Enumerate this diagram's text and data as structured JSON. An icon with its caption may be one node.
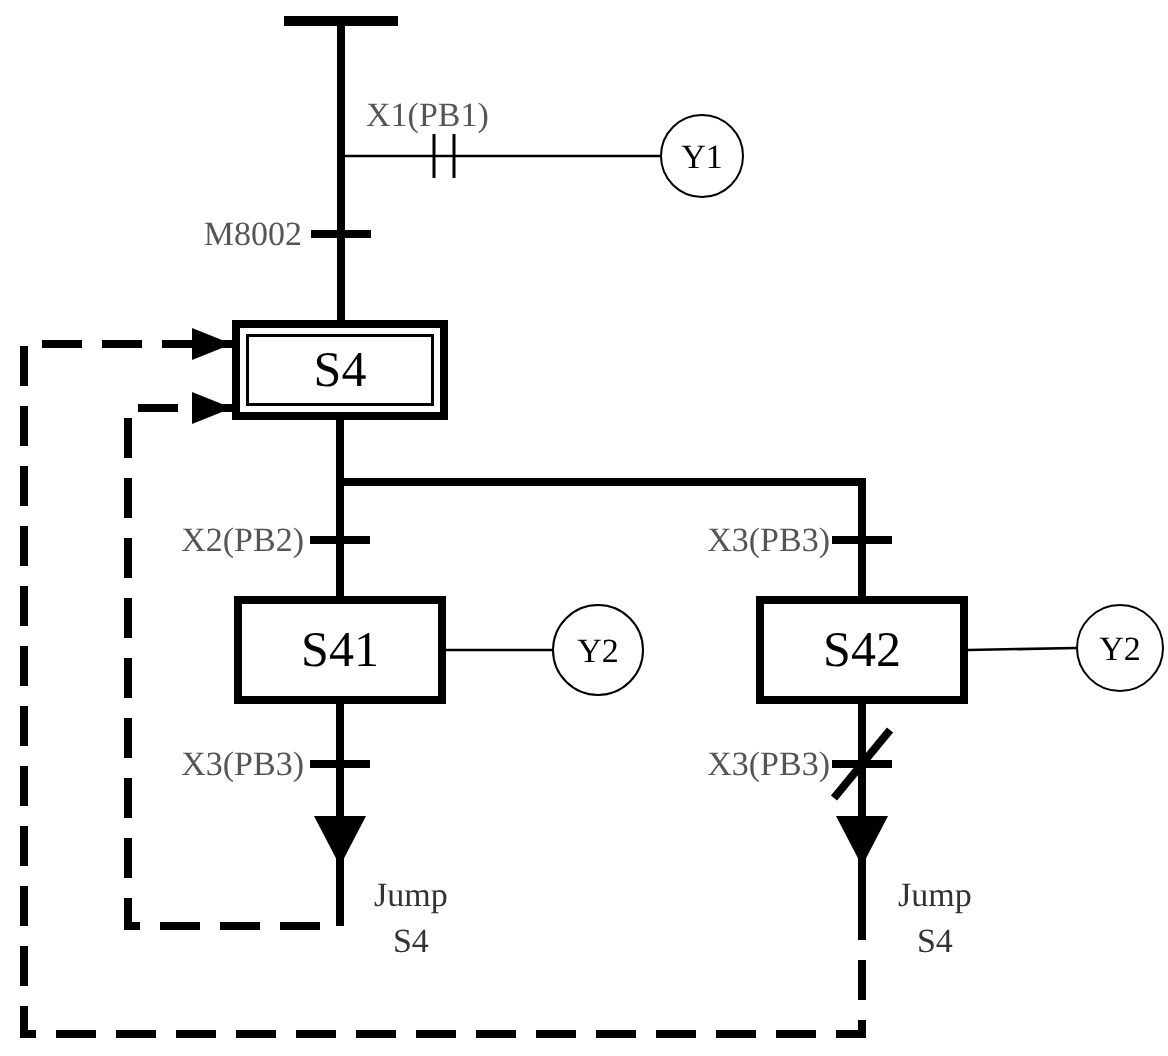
{
  "diagram": {
    "nodes": [
      {
        "text": [],
        "shape": "bar"
      },
      {
        "text": [
          "Y1"
        ]
      },
      {
        "text": [
          "S4"
        ]
      },
      {
        "text": [
          "S41"
        ]
      },
      {
        "text": [
          "Y2"
        ]
      },
      {
        "text": [
          "S42"
        ]
      },
      {
        "text": [
          "Y2"
        ]
      }
    ],
    "edges": [
      {
        "from": 0,
        "to": 2,
        "arrow": "none",
        "label": "M8002"
      },
      {
        "from": null,
        "to": 1,
        "arrow": "none",
        "label": "X1(PB1)"
      },
      {
        "from": 2,
        "to": 3,
        "arrow": "none",
        "label": "X2(PB2)"
      },
      {
        "from": 2,
        "to": 5,
        "arrow": "none",
        "label": "X3(PB3)"
      },
      {
        "from": 3,
        "to": 4,
        "arrow": "none"
      },
      {
        "from": 5,
        "to": 6,
        "arrow": "none"
      },
      {
        "from": 3,
        "to": 2,
        "arrow": "to",
        "label": "X3(PB3)",
        "style": "dashed"
      },
      {
        "from": 5,
        "to": 2,
        "arrow": "to",
        "label": "X3(PB3)",
        "style": "dashed"
      }
    ],
    "labels": [
      "Jump S4",
      "Jump S4"
    ]
  }
}
